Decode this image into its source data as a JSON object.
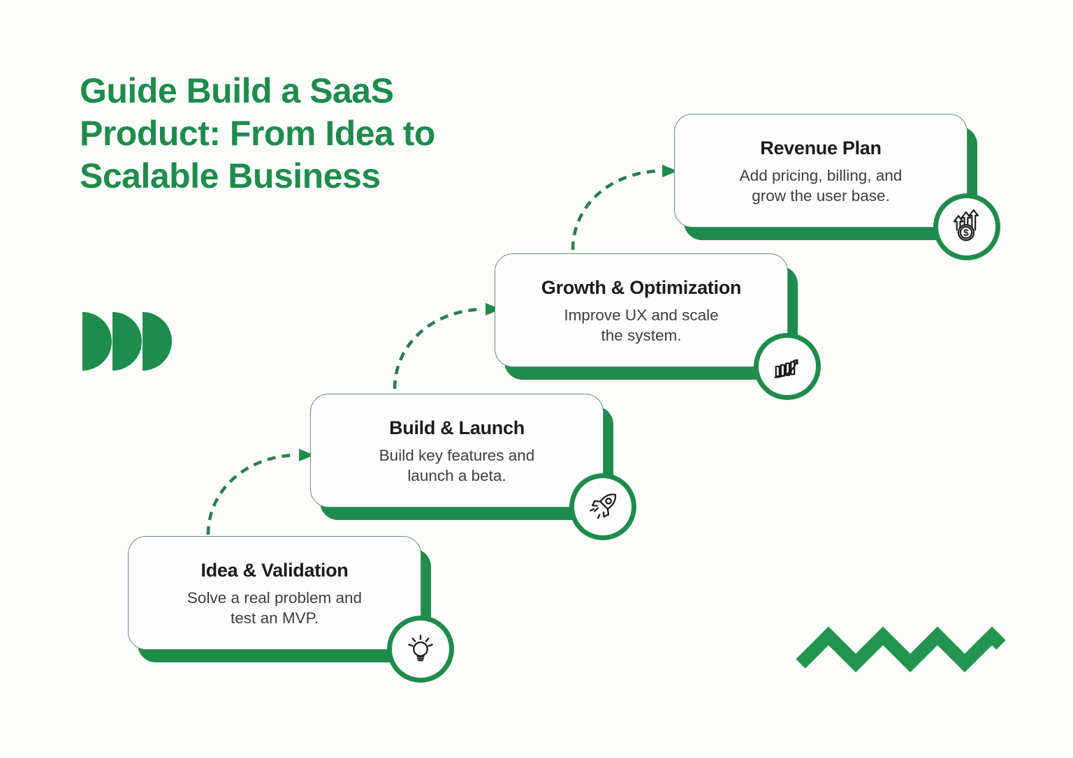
{
  "title": "Guide Build a SaaS Product: From Idea to Scalable Business",
  "colors": {
    "green": "#1f8b4c",
    "arrow": "#2b7d52",
    "card_border": "#63907a",
    "heading_text": "#1b1b1b",
    "body_text": "#3d3d3d",
    "background": "#fdfdfc"
  },
  "steps": [
    {
      "title": "Idea & Validation",
      "desc_line1": "Solve a real problem and",
      "desc_line2": "test an MVP.",
      "icon": "lightbulb-icon"
    },
    {
      "title": "Build & Launch",
      "desc_line1": "Build key features and",
      "desc_line2": "launch a beta.",
      "icon": "rocket-icon"
    },
    {
      "title": "Growth & Optimization",
      "desc_line1": "Improve UX and scale",
      "desc_line2": "the system.",
      "icon": "bar-chart-growth-icon"
    },
    {
      "title": "Revenue Plan",
      "desc_line1": "Add pricing, billing, and",
      "desc_line2": "grow the user base.",
      "icon": "dollar-growth-icon"
    }
  ]
}
